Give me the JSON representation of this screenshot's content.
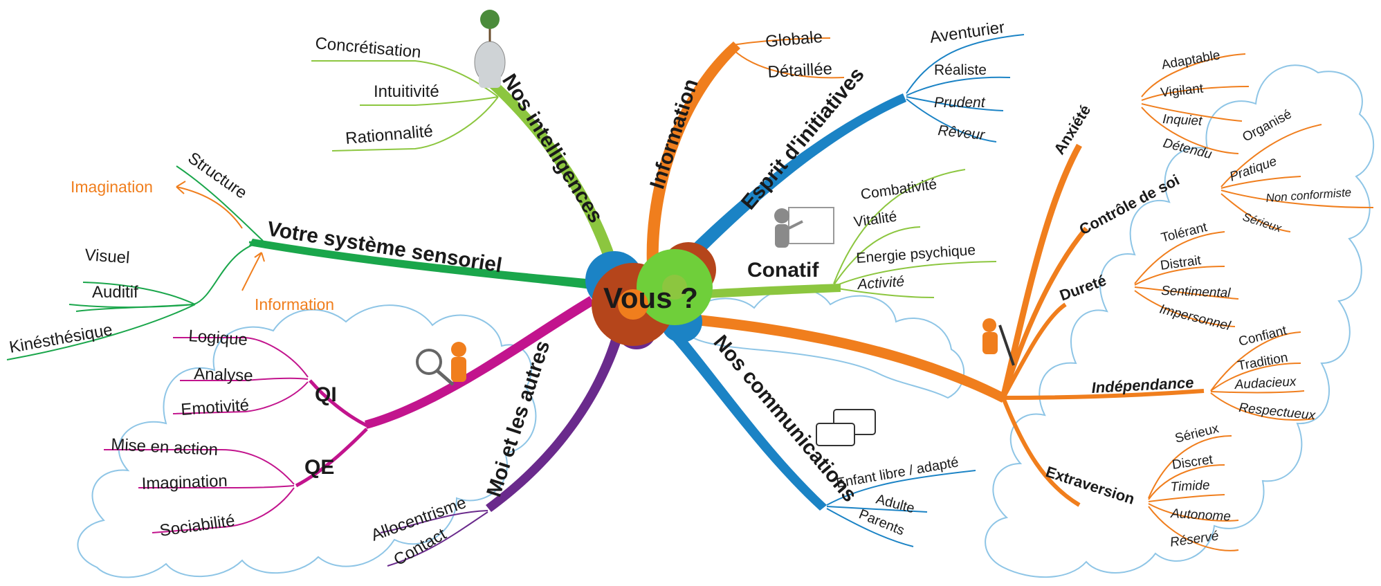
{
  "center": {
    "label": "Vous ?"
  },
  "colors": {
    "green": "#1aa64b",
    "lime": "#8cc63f",
    "orange": "#f07e1d",
    "blue": "#1b83c5",
    "magenta": "#c2148d",
    "purple": "#6a2a8c",
    "note": "#f07e1d",
    "cloud": "#8ec5e6"
  },
  "branches": {
    "sensoriel": {
      "label": "Votre système sensoriel",
      "items": [
        "Structure",
        "Visuel",
        "Auditif",
        "Kinésthésique"
      ],
      "notes": [
        "Imagination",
        "Information"
      ]
    },
    "intelligences": {
      "label": "Nos intelligences",
      "items": [
        "Concrétisation",
        "Intuitivité",
        "Rationnalité"
      ]
    },
    "information": {
      "label": "Information",
      "items": [
        "Globale",
        "Détaillée"
      ]
    },
    "initiatives": {
      "label": "Esprit d'initiatives",
      "items": [
        "Aventurier",
        "Réaliste",
        "Prudent",
        "Rêveur"
      ]
    },
    "conatif": {
      "label": "Conatif",
      "items": [
        "Combativité",
        "Vitalité",
        "Energie psychique",
        "Activité"
      ]
    },
    "qi": {
      "label": "QI",
      "items": [
        "Logique",
        "Analyse",
        "Emotivité"
      ]
    },
    "qe": {
      "label": "QE",
      "items": [
        "Mise en action",
        "Imagination",
        "Sociabilité"
      ]
    },
    "autres": {
      "label": "Moi et les autres",
      "items": [
        "Allocentrisme",
        "Contact"
      ]
    },
    "communications": {
      "label": "Nos communications",
      "items": [
        "Enfant libre / adapté",
        "Adulte",
        "Parents"
      ]
    },
    "personnalite": {
      "anxiete": {
        "label": "Anxiété",
        "items": [
          "Adaptable",
          "Vigilant",
          "Inquiet",
          "Détendu"
        ]
      },
      "controle": {
        "label": "Contrôle de soi",
        "items": [
          "Organisé",
          "Pratique",
          "Non conformiste",
          "Sérieux"
        ]
      },
      "durete": {
        "label": "Dureté",
        "items": [
          "Tolérant",
          "Distrait",
          "Sentimental",
          "Impersonnel"
        ]
      },
      "independance": {
        "label": "Indépendance",
        "items": [
          "Confiant",
          "Tradition",
          "Audacieux",
          "Respectueux"
        ]
      },
      "extraversion": {
        "label": "Extraversion",
        "items": [
          "Sérieux",
          "Discret",
          "Timide",
          "Autonome",
          "Réservé"
        ]
      }
    }
  }
}
